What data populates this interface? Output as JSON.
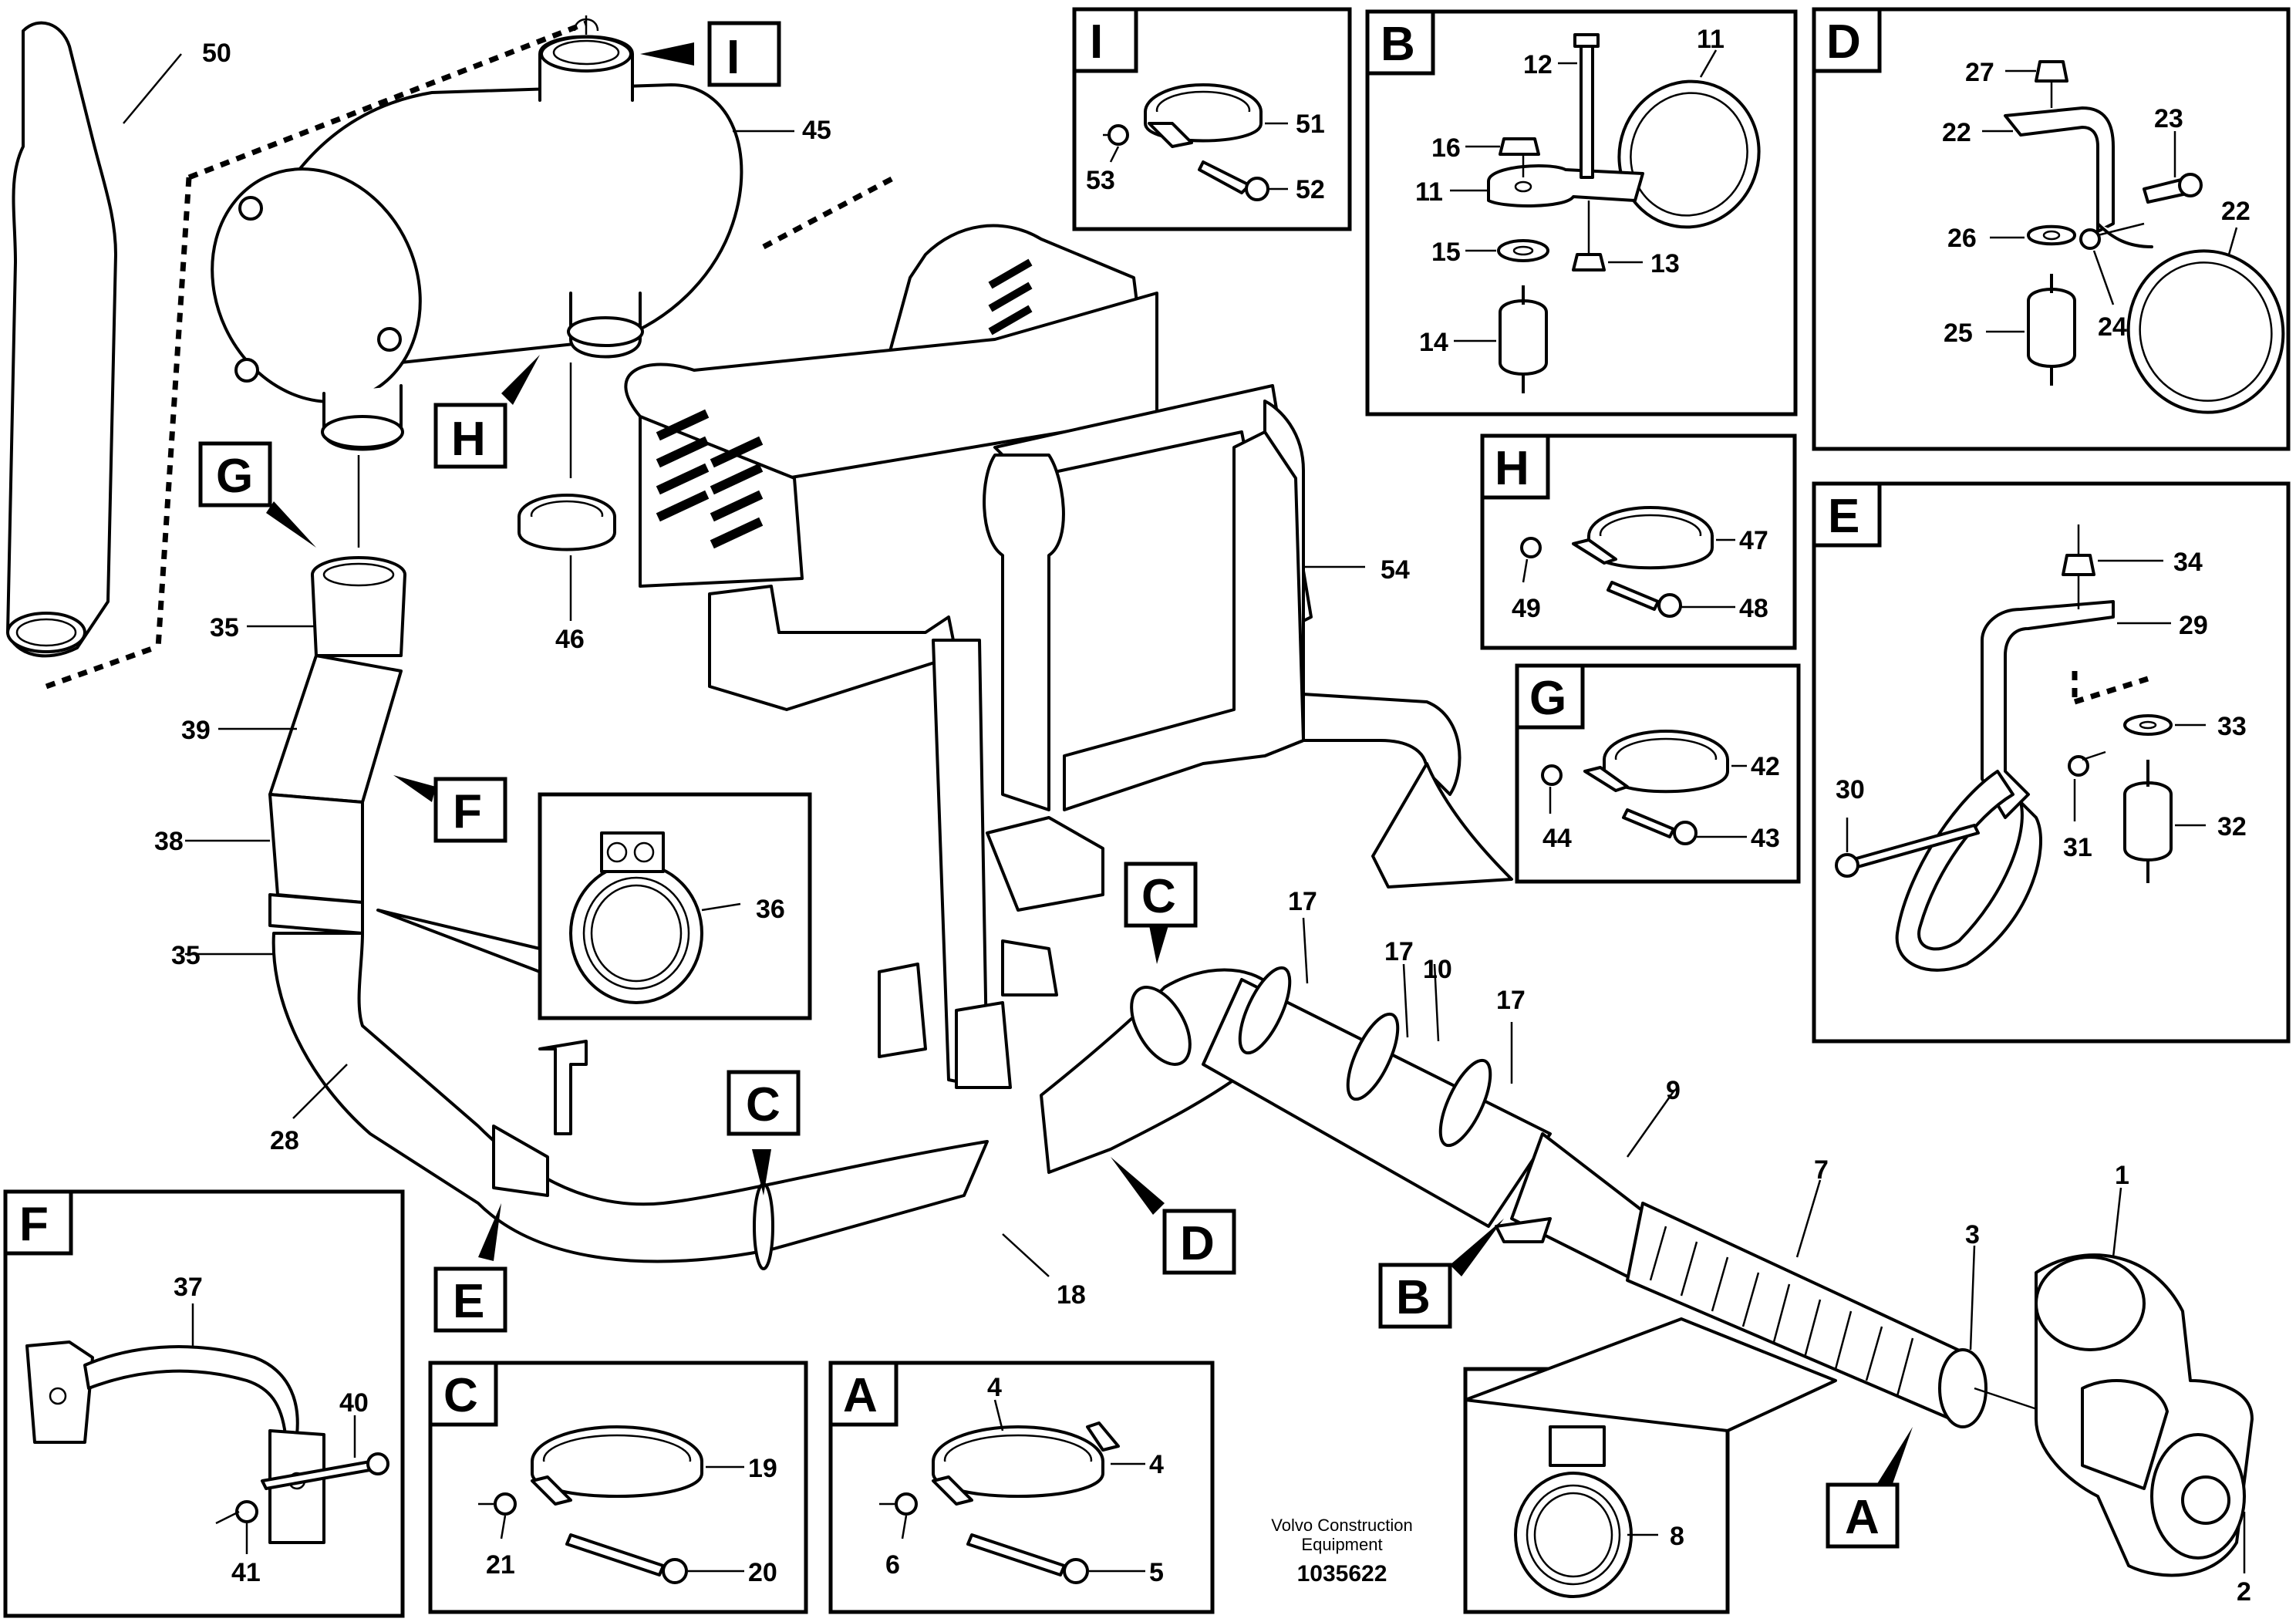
{
  "diagram": {
    "credit_line1": "Volvo Construction",
    "credit_line2": "Equipment",
    "code": "1035622"
  },
  "callouts": {
    "c50": "50",
    "c45": "45",
    "c46": "46",
    "c54": "54",
    "c35a": "35",
    "c35b": "35",
    "c39": "39",
    "c38": "38",
    "c36": "36",
    "c28": "28",
    "c18": "18",
    "c17a": "17",
    "c17b": "17",
    "c17c": "17",
    "c10": "10",
    "c9": "9",
    "c7": "7",
    "c3": "3",
    "c1": "1",
    "c2": "2",
    "c8": "8",
    "c51": "51",
    "c52": "52",
    "c53": "53",
    "c11a": "11",
    "c11b": "11",
    "c12": "12",
    "c13": "13",
    "c14": "14",
    "c15": "15",
    "c16": "16",
    "c22a": "22",
    "c22b": "22",
    "c23": "23",
    "c24": "24",
    "c25": "25",
    "c26": "26",
    "c27": "27",
    "c29": "29",
    "c30": "30",
    "c31": "31",
    "c32": "32",
    "c33": "33",
    "c34": "34",
    "c47": "47",
    "c48": "48",
    "c49": "49",
    "c42": "42",
    "c43": "43",
    "c44": "44",
    "c37": "37",
    "c40": "40",
    "c41": "41",
    "c19": "19",
    "c20": "20",
    "c21": "21",
    "c4a": "4",
    "c4b": "4",
    "c5": "5",
    "c6": "6"
  },
  "letters": {
    "I": "I",
    "H": "H",
    "G": "G",
    "F": "F",
    "E": "E",
    "D": "D",
    "C": "C",
    "B": "B",
    "A": "A"
  },
  "detail_boxes": [
    "I",
    "B",
    "D",
    "H",
    "E",
    "G",
    "F",
    "C",
    "A"
  ]
}
